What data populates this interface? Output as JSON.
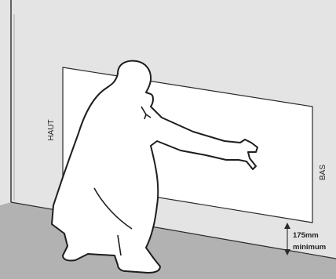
{
  "labels": {
    "haut": "HAUT",
    "bas": "BAS",
    "clearance_value": "175mm",
    "clearance_note": "minimum"
  },
  "colors": {
    "wall": "#e4e4e4",
    "floor": "#b2b2b2",
    "panel": "#ffffff",
    "outline": "#2a2a2a",
    "silhouette": "#ffffff"
  }
}
